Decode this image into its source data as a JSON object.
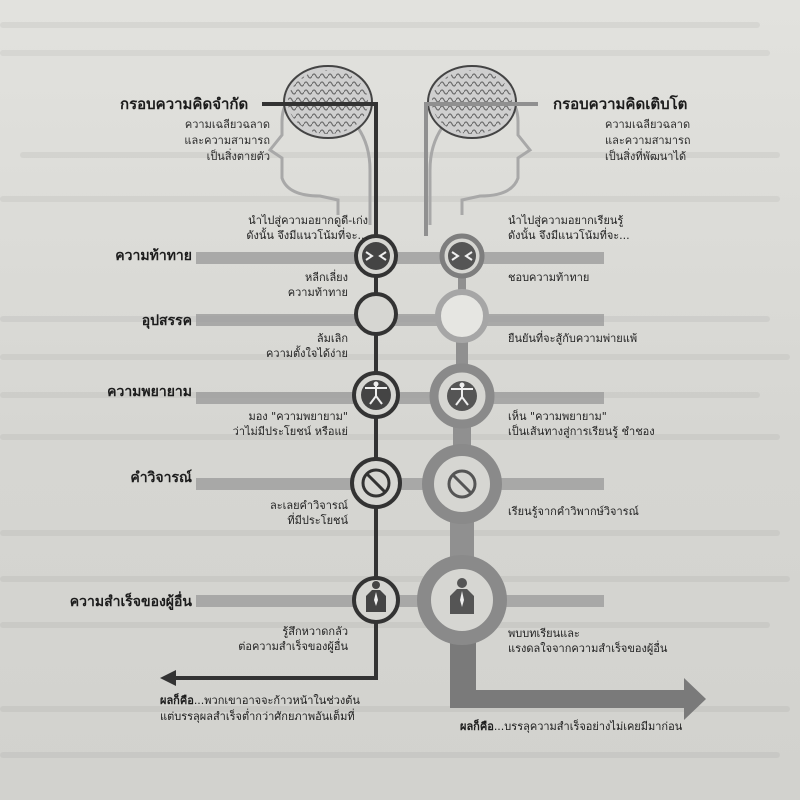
{
  "left_mindset": {
    "title": "กรอบความคิดจำกัด",
    "desc_lines": [
      "ความเฉลียวฉลาด",
      "และความสามารถ",
      "เป็นสิ่งตายตัว"
    ],
    "lead_lines": [
      "นำไปสู่ความอยากดูดี-เก่ง",
      "ดังนั้น จึงมีแนวโน้มที่จะ..."
    ],
    "responses": {
      "challenge": [
        "หลีกเลี่ยง",
        "ความท้าทาย"
      ],
      "obstacle": [
        "ล้มเลิก",
        "ความตั้งใจได้ง่าย"
      ],
      "effort": [
        "มอง \"ความพยายาม\"",
        "ว่าไม่มีประโยชน์ หรือแย่"
      ],
      "criticism": [
        "ละเลยคำวิจารณ์",
        "ที่มีประโยชน์"
      ],
      "success_of_others": [
        "รู้สึกหวาดกลัว",
        "ต่อความสำเร็จของผู้อื่น"
      ]
    },
    "result_label": "ผลก็คือ",
    "result_lines": [
      "...พวกเขาอาจจะก้าวหน้าในช่วงต้น",
      "แต่บรรลุผลสำเร็จต่ำกว่าศักยภาพอันเต็มที่"
    ]
  },
  "right_mindset": {
    "title": "กรอบความคิดเติบโต",
    "desc_lines": [
      "ความเฉลียวฉลาด",
      "และความสามารถ",
      "เป็นสิ่งที่พัฒนาได้"
    ],
    "lead_lines": [
      "นำไปสู่ความอยากเรียนรู้",
      "ดังนั้น จึงมีแนวโน้มที่จะ..."
    ],
    "responses": {
      "challenge": [
        "ชอบความท้าทาย"
      ],
      "obstacle": [
        "ยืนยันที่จะสู้กับความพ่ายแพ้"
      ],
      "effort": [
        "เห็น \"ความพยายาม\"",
        "เป็นเส้นทางสู่การเรียนรู้ ชำชอง"
      ],
      "criticism": [
        "เรียนรู้จากคำวิพากษ์วิจารณ์"
      ],
      "success_of_others": [
        "พบบทเรียนและ",
        "แรงดลใจจากความสำเร็จของผู้อื่น"
      ]
    },
    "result_label": "ผลก็คือ",
    "result_lines": [
      "...บรรลุความสำเร็จอย่างไม่เคยมีมาก่อน"
    ]
  },
  "rows": {
    "challenge": "ความท้าทาย",
    "obstacle": "อุปสรรค",
    "effort": "ความพยายาม",
    "criticism": "คำวิจารณ์",
    "success_of_others": "ความสำเร็จของผู้อื่น"
  },
  "icons": {
    "brain": "brain-icon",
    "challenge": "arrows-in-icon",
    "effort": "weightlifter-icon",
    "criticism": "no-sign-icon",
    "success_of_others": "person-tie-icon"
  },
  "colors": {
    "left_path": "#3a3a3a",
    "right_path": "#8a8a8a",
    "band": "#9c9c9c",
    "arrow": "#7a7a7a"
  }
}
